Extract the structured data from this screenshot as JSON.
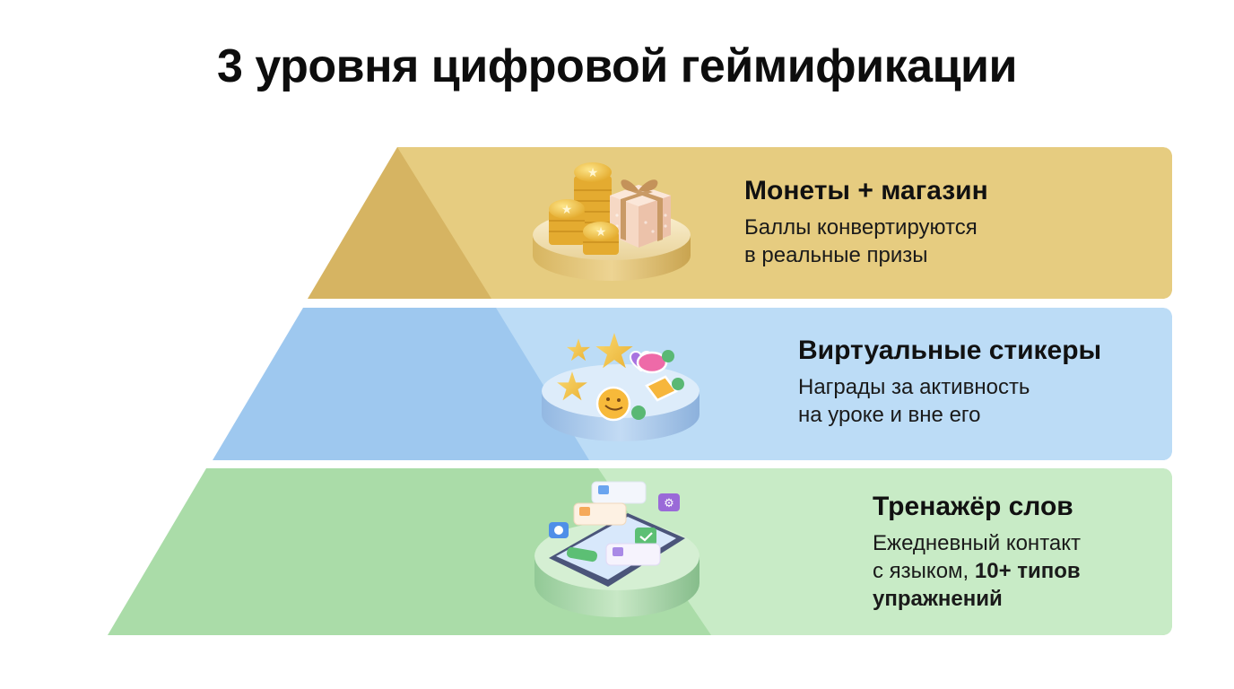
{
  "title": "3 уровня цифровой геймификации",
  "levels": [
    {
      "heading": "Монеты + магазин",
      "line1": "Баллы конвертируются",
      "line2": "в реальные призы",
      "icon": "coins-and-gift-icon",
      "colors": {
        "outer": "#d6b462",
        "inner": "#e6cc80"
      }
    },
    {
      "heading": "Виртуальные стикеры",
      "line1": "Награды за активность",
      "line2": "на уроке и вне его",
      "icon": "stickers-stars-icon",
      "colors": {
        "outer": "#9ec8ef",
        "inner": "#bcdcf6"
      }
    },
    {
      "heading": "Тренажёр слов",
      "line1": "Ежедневный контакт",
      "line2_plain": "с языком, ",
      "line2_bold": "10+ типов",
      "line3_bold": "упражнений",
      "icon": "phone-app-cards-icon",
      "colors": {
        "outer": "#aadca8",
        "inner": "#c8ebc6"
      }
    }
  ]
}
